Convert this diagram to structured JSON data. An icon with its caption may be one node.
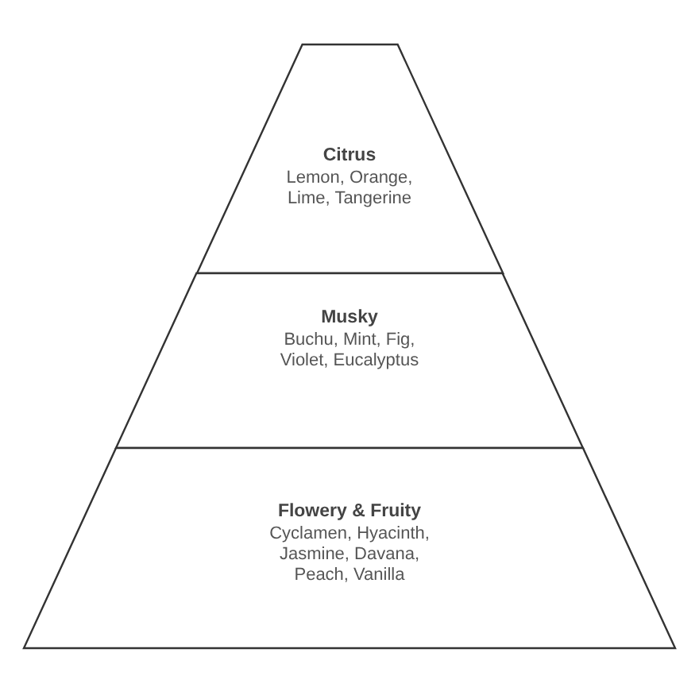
{
  "diagram": {
    "nodes": [
      {
        "text": [
          "Citrus",
          "Lemon, Orange, Lime, Tangerine"
        ]
      },
      {
        "text": [
          "Musky",
          "Buchu, Mint, Fig, Violet, Eucalyptus"
        ]
      },
      {
        "text": [
          "Flowery & Fruity",
          "Cyclamen, Hyacinth, Jasmine, Davana, Peach, Vanilla"
        ]
      }
    ]
  }
}
